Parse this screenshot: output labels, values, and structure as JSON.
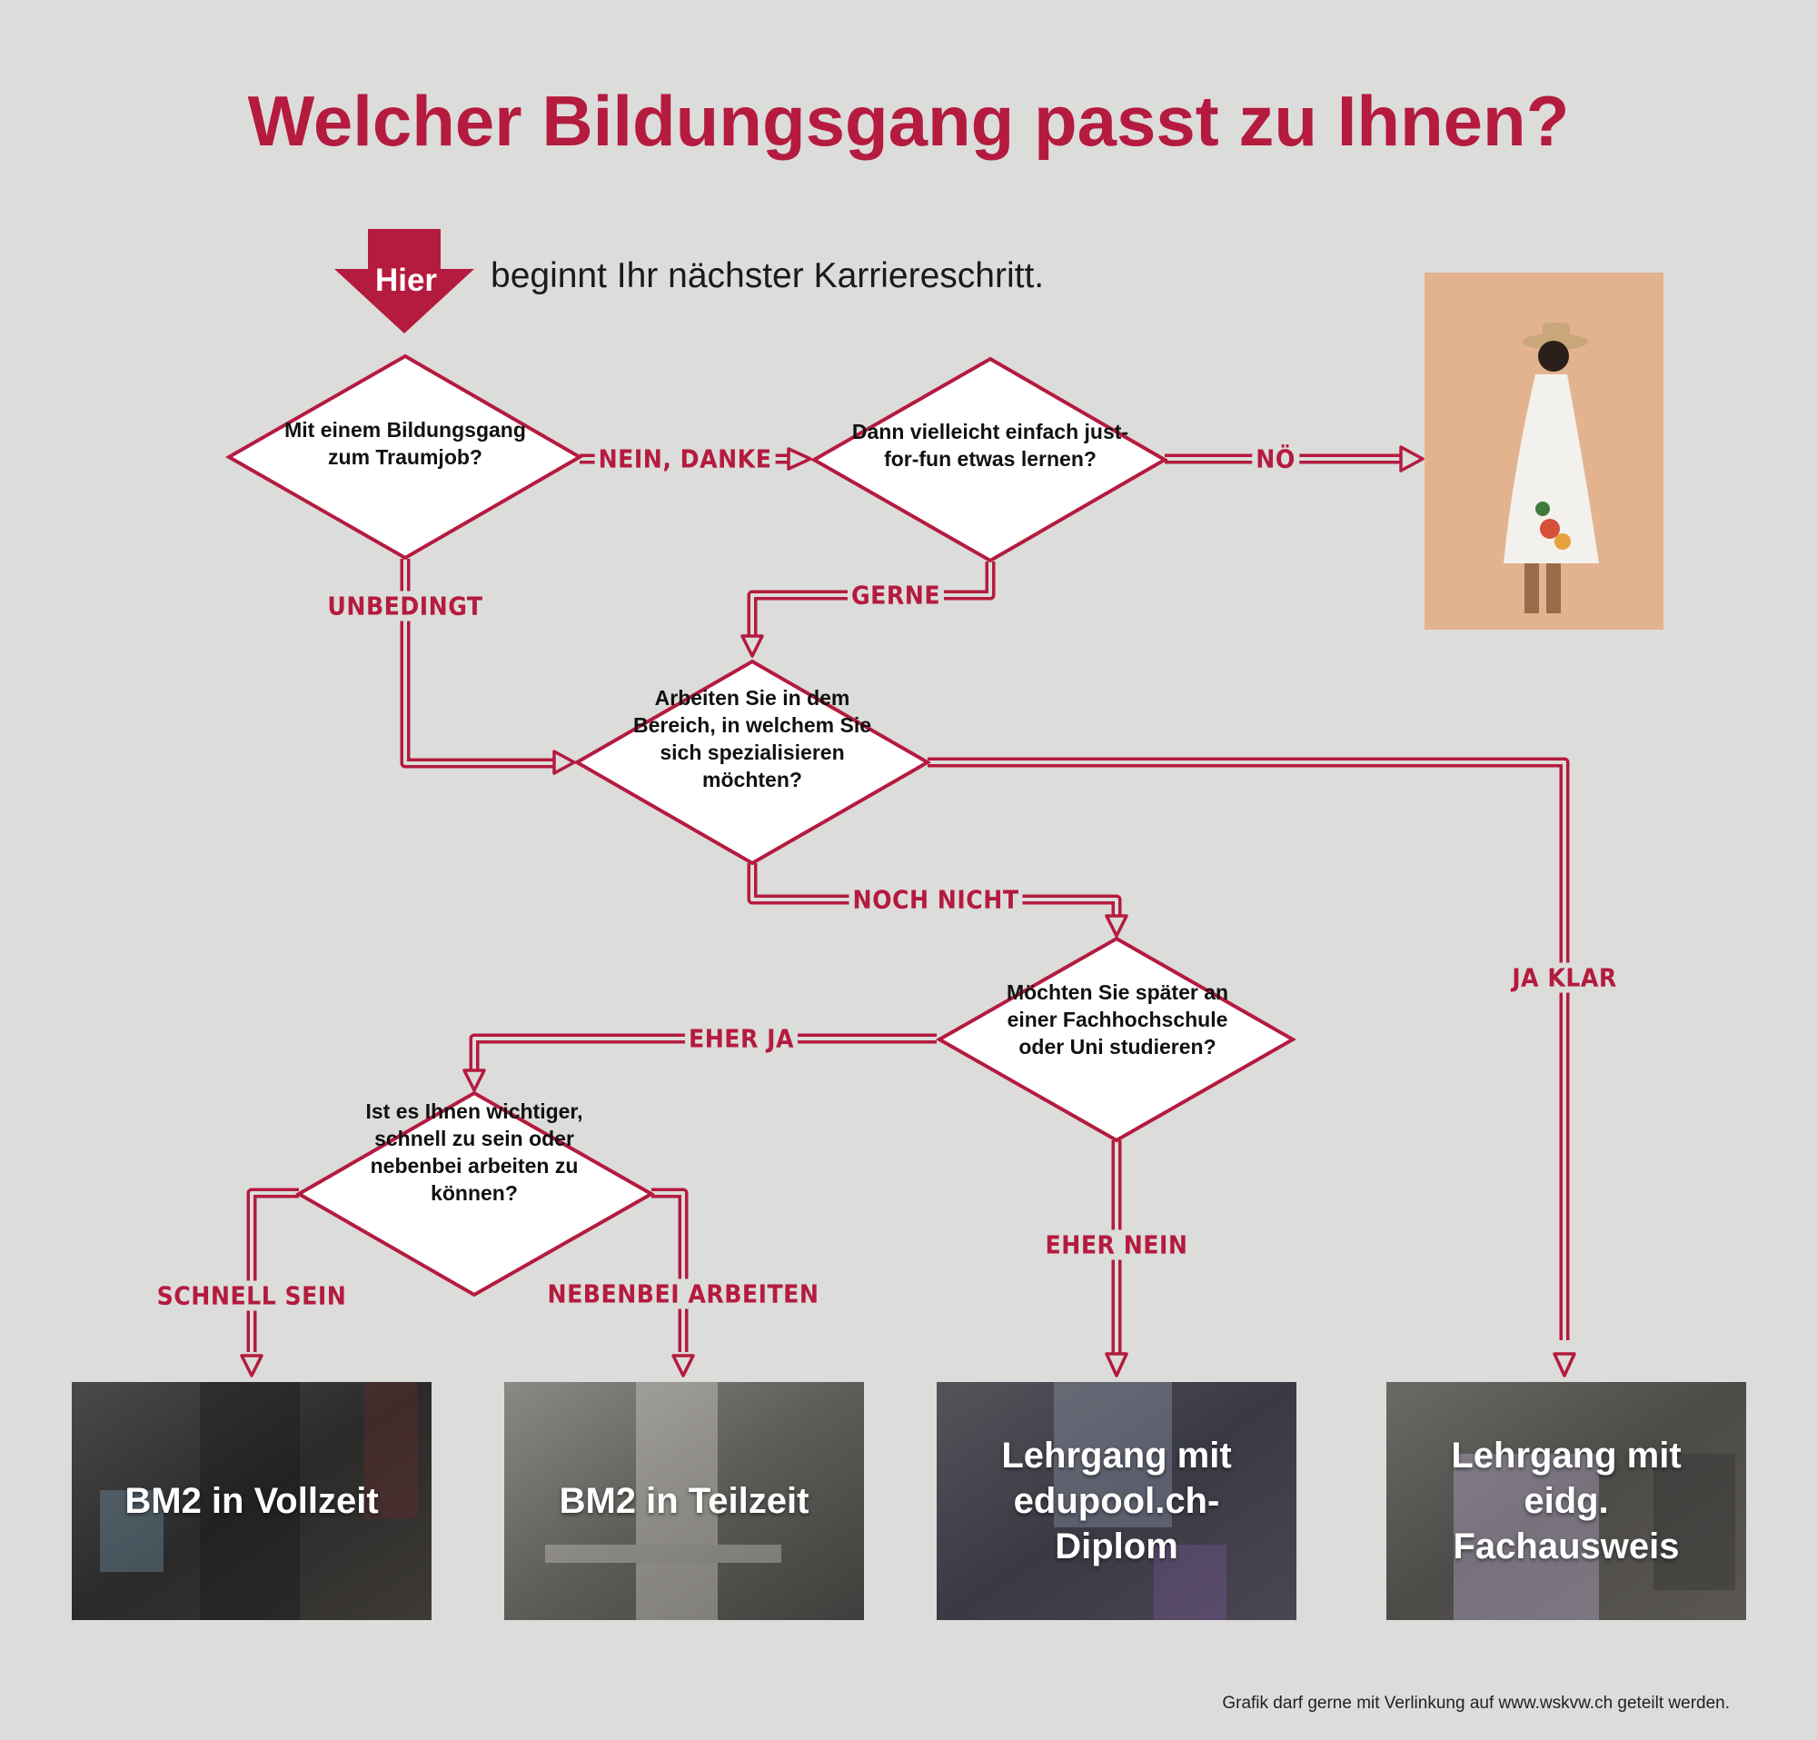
{
  "title": "Welcher Bildungsgang passt zu Ihnen?",
  "start": {
    "badge": "Hier",
    "text": "beginnt Ihr nächster Karriereschritt."
  },
  "questions": {
    "q1": "Mit einem Bildungsgang zum Traumjob?",
    "q2": "Dann vielleicht einfach just-for-fun etwas lernen?",
    "q3": "Arbeiten Sie in dem Bereich, in welchem Sie sich spezialisieren möchten?",
    "q4": "Möchten Sie später an einer Fachhochschule oder Uni studieren?",
    "q5": "Ist es Ihnen wichtiger, schnell zu sein oder nebenbei arbeiten zu können?"
  },
  "labels": {
    "nein_danke": "NEIN, DANKE",
    "noe": "NÖ",
    "unbedingt": "UNBEDINGT",
    "gerne": "GERNE",
    "noch_nicht": "NOCH NICHT",
    "ja_klar": "JA KLAR",
    "eher_ja": "EHER JA",
    "eher_nein": "EHER NEIN",
    "schnell_sein": "SCHNELL SEIN",
    "nebenbei_arbeiten": "NEBENBEI ARBEITEN"
  },
  "results": {
    "r1": "BM2 in Vollzeit",
    "r2": "BM2 in Teilzeit",
    "r3": "Lehrgang mit edupool.ch-Diplom",
    "r4": "Lehrgang mit eidg. Fachausweis"
  },
  "footer": "Grafik darf gerne mit Verlinkung auf www.wskvw.ch geteilt werden.",
  "colors": {
    "accent": "#b41b3e",
    "background": "#dcdcdb"
  }
}
